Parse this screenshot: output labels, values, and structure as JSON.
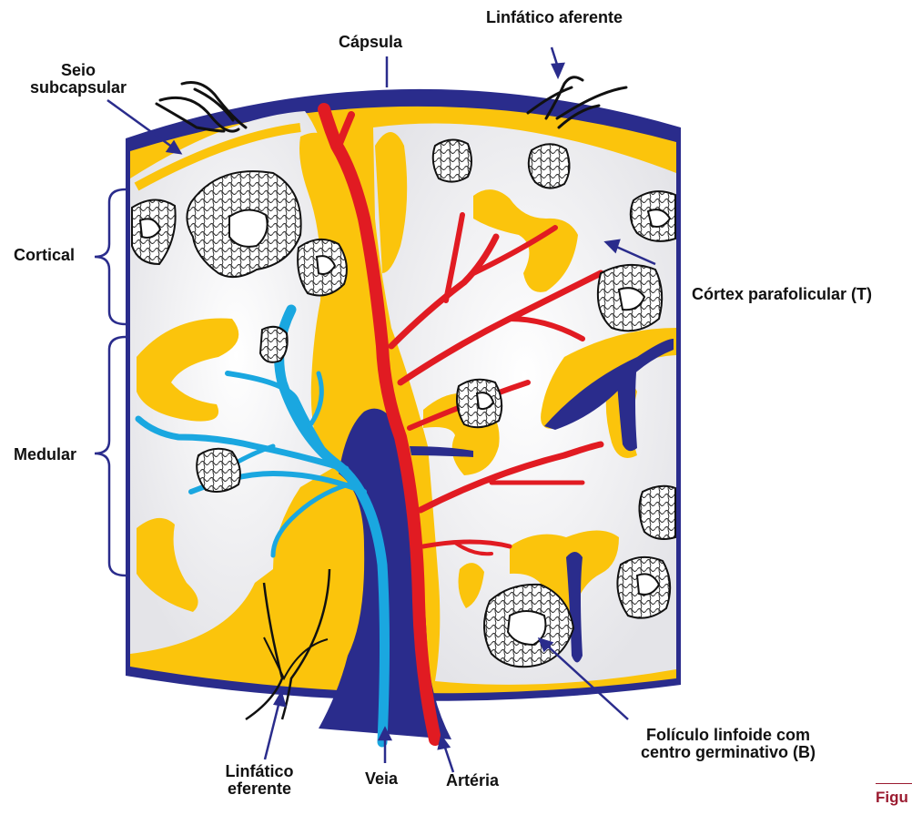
{
  "labels": {
    "capsula": "Cápsula",
    "linfatico_aferente": "Linfático aferente",
    "seio_subcapsular_l1": "Seio",
    "seio_subcapsular_l2": "subcapsular",
    "cortical": "Cortical",
    "cortex_parafolicular": "Córtex parafolicular (T)",
    "medular": "Medular",
    "foliculo_l1": "Folículo linfoide com",
    "foliculo_l2": "centro germinativo (B)",
    "linfatico_eferente_l1": "Linfático",
    "linfatico_eferente_l2": "eferente",
    "veia": "Veia",
    "arteria": "Artéria"
  },
  "figure_caption": "Figu",
  "colors": {
    "capsule": "#2a2c8c",
    "sinus": "#fbc40c",
    "parenchyma": "#eeeef0",
    "artery": "#e11b22",
    "vein": "#1aa7e0",
    "label_arrow": "#2a2c8c",
    "caption": "#9b1b30"
  }
}
